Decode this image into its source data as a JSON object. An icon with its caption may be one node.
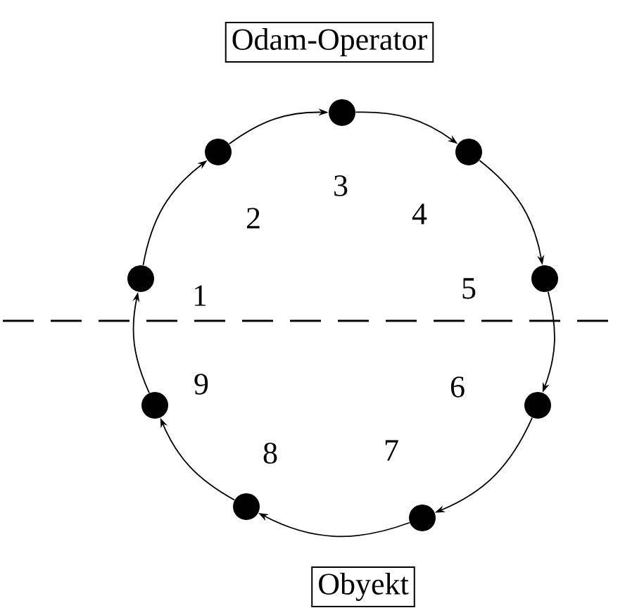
{
  "diagram": {
    "nodes": [
      {
        "text": [
          "Odam-Operator"
        ]
      },
      {
        "text": [],
        "shape": "circle"
      },
      {
        "text": [],
        "shape": "circle"
      },
      {
        "text": [],
        "shape": "circle"
      },
      {
        "text": [],
        "shape": "circle"
      },
      {
        "text": [],
        "shape": "circle"
      },
      {
        "text": [],
        "shape": "circle"
      },
      {
        "text": [],
        "shape": "circle"
      },
      {
        "text": [],
        "shape": "circle"
      },
      {
        "text": [],
        "shape": "circle"
      },
      {
        "text": [
          "Obyekt"
        ]
      }
    ],
    "edges": [
      {
        "from": 1,
        "to": 2,
        "arrow": "to"
      },
      {
        "from": 2,
        "to": 3,
        "arrow": "to"
      },
      {
        "from": 3,
        "to": 4,
        "arrow": "to"
      },
      {
        "from": 4,
        "to": 5,
        "arrow": "to"
      },
      {
        "from": 5,
        "to": 6,
        "arrow": "to"
      },
      {
        "from": 6,
        "to": 7,
        "arrow": "to"
      },
      {
        "from": 7,
        "to": 8,
        "arrow": "to"
      },
      {
        "from": 8,
        "to": 9,
        "arrow": "to"
      },
      {
        "from": 9,
        "to": 1,
        "arrow": "to"
      }
    ],
    "labels": [
      "1",
      "2",
      "3",
      "4",
      "5",
      "6",
      "7",
      "8",
      "9"
    ]
  }
}
